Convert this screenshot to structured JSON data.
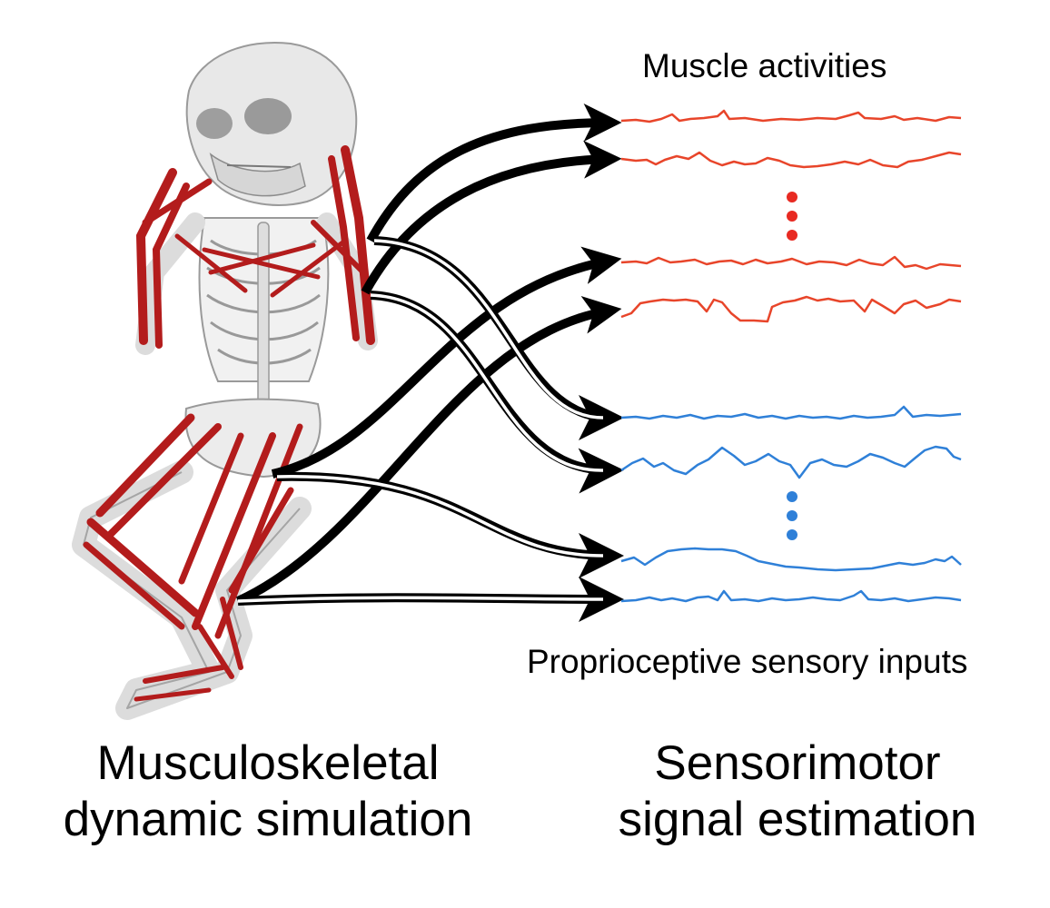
{
  "labels": {
    "muscle_activities": "Muscle activities",
    "proprioceptive_inputs": "Proprioceptive sensory inputs"
  },
  "captions": {
    "left_line1": "Musculoskeletal",
    "left_line2": "dynamic simulation",
    "right_line1": "Sensorimotor",
    "right_line2": "signal estimation"
  },
  "colors": {
    "muscle_signal": "#e8452a",
    "sensory_signal": "#2f80d8",
    "muscle_tissue": "#b31c1c",
    "bone": "#e9e9e9",
    "arrow": "#000000"
  }
}
